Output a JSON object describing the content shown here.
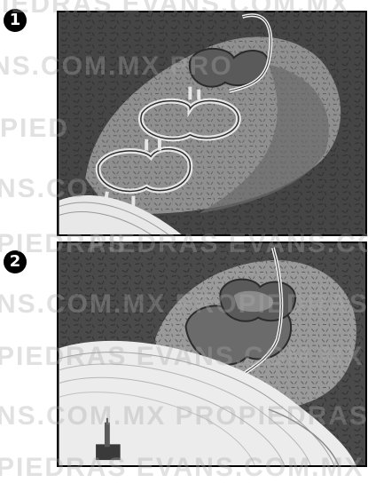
{
  "steps": [
    {
      "number": "1"
    },
    {
      "number": "2"
    }
  ],
  "watermark": {
    "rows": [
      "PIEDRAS EVANS.COM.MX",
      "NS.COM.MX  PRO",
      "PIED",
      "NS.CO",
      "PIEDRAS",
      "PIEDRAS EVANS.COM.MX",
      "NS.COM.MX  PROPIEDRAS",
      "PIEDRAS EVANS.COM.MX  PRO",
      "NS.COM.MX  PROPIEDRAS EVANS",
      "PIEDRAS EVANS.COM.MX"
    ]
  },
  "colors": {
    "ground": "#4a4a4a",
    "rock": "#9a9a9a",
    "rock_dark": "#6b6b6b",
    "pool": "#e8e8e8",
    "tube": "#f2f2f2",
    "badge": "#000000"
  }
}
